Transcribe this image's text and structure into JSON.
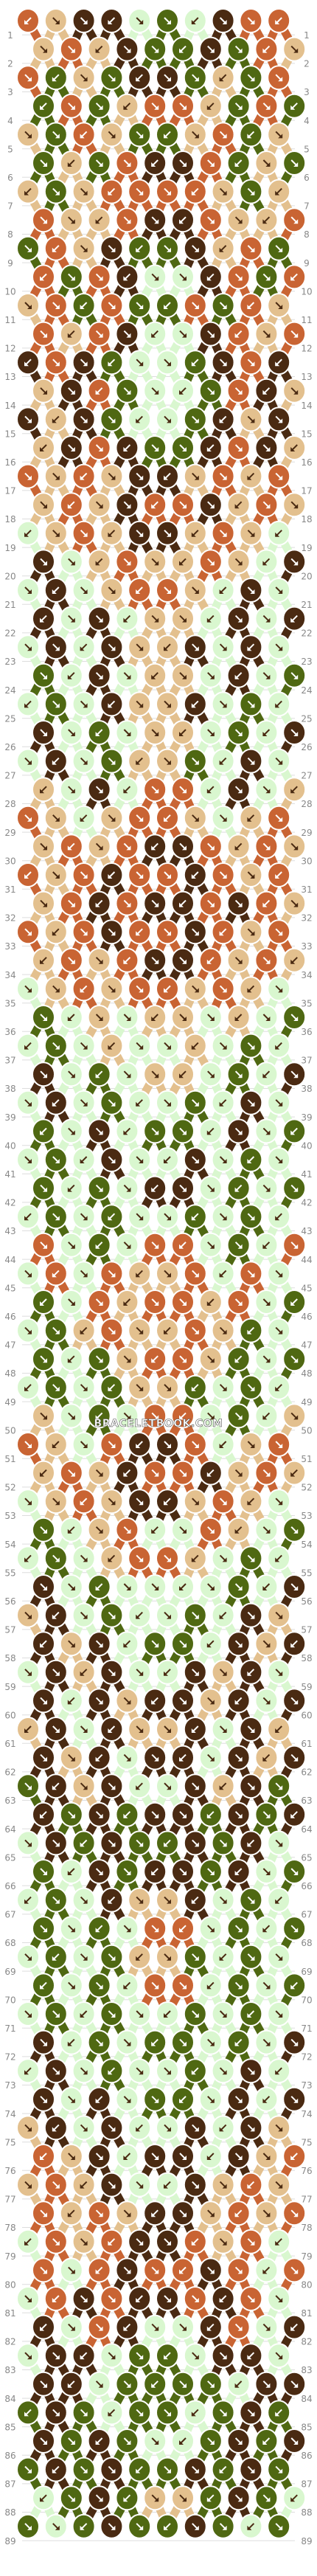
{
  "watermark": "BRACELETBOOK.COM",
  "row_count": 89,
  "string_count": 16,
  "colors": {
    "brown": "#4a2a12",
    "rust": "#c96433",
    "tan": "#e3c08e",
    "olive": "#4f6812",
    "mint": "#d9f7cf",
    "line": "#dddddd",
    "number": "#888888"
  },
  "string_colors": [
    "tan",
    "rust",
    "olive",
    "brown",
    "mint",
    "olive",
    "brown",
    "olive",
    "olive",
    "brown",
    "olive",
    "mint",
    "brown",
    "olive",
    "rust",
    "tan"
  ],
  "knots": [
    [
      "rust",
      "tan",
      "brown",
      "brown",
      "mint",
      "olive",
      "mint",
      "brown",
      "rust",
      "rust"
    ],
    [
      "tan",
      "rust",
      "tan",
      "brown",
      "olive",
      "olive",
      "brown",
      "olive",
      "rust",
      "tan"
    ],
    [
      "rust",
      "olive",
      "tan",
      "olive",
      "brown",
      "brown",
      "olive",
      "tan",
      "olive",
      "rust"
    ],
    [
      "olive",
      "rust",
      "olive",
      "tan",
      "rust",
      "rust",
      "tan",
      "olive",
      "rust",
      "olive"
    ],
    [
      "tan",
      "olive",
      "rust",
      "tan",
      "olive",
      "olive",
      "tan",
      "rust",
      "olive",
      "tan"
    ],
    [
      "olive",
      "tan",
      "olive",
      "rust",
      "brown",
      "brown",
      "rust",
      "olive",
      "tan",
      "olive"
    ],
    [
      "tan",
      "olive",
      "tan",
      "rust",
      "rust",
      "rust",
      "rust",
      "tan",
      "olive",
      "tan"
    ],
    [
      "rust",
      "tan",
      "tan",
      "rust",
      "brown",
      "brown",
      "rust",
      "tan",
      "tan",
      "rust"
    ],
    [
      "olive",
      "rust",
      "tan",
      "brown",
      "olive",
      "olive",
      "brown",
      "tan",
      "rust",
      "olive"
    ],
    [
      "rust",
      "olive",
      "rust",
      "brown",
      "mint",
      "mint",
      "brown",
      "rust",
      "olive",
      "rust"
    ],
    [
      "tan",
      "rust",
      "olive",
      "rust",
      "olive",
      "olive",
      "rust",
      "olive",
      "rust",
      "tan"
    ],
    [
      "rust",
      "tan",
      "rust",
      "brown",
      "mint",
      "mint",
      "brown",
      "rust",
      "tan",
      "rust"
    ],
    [
      "brown",
      "rust",
      "brown",
      "olive",
      "mint",
      "mint",
      "olive",
      "brown",
      "rust",
      "brown"
    ],
    [
      "tan",
      "brown",
      "rust",
      "olive",
      "mint",
      "mint",
      "olive",
      "rust",
      "brown",
      "tan"
    ],
    [
      "brown",
      "tan",
      "brown",
      "olive",
      "mint",
      "mint",
      "olive",
      "brown",
      "tan",
      "brown"
    ],
    [
      "tan",
      "brown",
      "rust",
      "brown",
      "olive",
      "olive",
      "brown",
      "rust",
      "brown",
      "tan"
    ],
    [
      "rust",
      "tan",
      "rust",
      "tan",
      "brown",
      "brown",
      "tan",
      "rust",
      "tan",
      "rust"
    ],
    [
      "tan",
      "rust",
      "tan",
      "brown",
      "rust",
      "rust",
      "brown",
      "tan",
      "rust",
      "tan"
    ],
    [
      "mint",
      "tan",
      "rust",
      "tan",
      "brown",
      "brown",
      "tan",
      "rust",
      "tan",
      "mint"
    ],
    [
      "brown",
      "mint",
      "tan",
      "rust",
      "tan",
      "tan",
      "rust",
      "tan",
      "mint",
      "brown"
    ],
    [
      "mint",
      "brown",
      "mint",
      "tan",
      "rust",
      "rust",
      "tan",
      "mint",
      "brown",
      "mint"
    ],
    [
      "brown",
      "mint",
      "brown",
      "mint",
      "tan",
      "tan",
      "mint",
      "brown",
      "mint",
      "brown"
    ],
    [
      "mint",
      "brown",
      "mint",
      "brown",
      "tan",
      "tan",
      "brown",
      "mint",
      "brown",
      "mint"
    ],
    [
      "olive",
      "mint",
      "brown",
      "mint",
      "tan",
      "tan",
      "mint",
      "brown",
      "mint",
      "olive"
    ],
    [
      "mint",
      "olive",
      "mint",
      "brown",
      "tan",
      "tan",
      "brown",
      "mint",
      "olive",
      "mint"
    ],
    [
      "brown",
      "mint",
      "olive",
      "mint",
      "tan",
      "tan",
      "mint",
      "olive",
      "mint",
      "brown"
    ],
    [
      "mint",
      "brown",
      "mint",
      "olive",
      "tan",
      "tan",
      "olive",
      "mint",
      "brown",
      "mint"
    ],
    [
      "tan",
      "mint",
      "brown",
      "mint",
      "rust",
      "rust",
      "mint",
      "brown",
      "mint",
      "tan"
    ],
    [
      "rust",
      "tan",
      "mint",
      "tan",
      "rust",
      "rust",
      "tan",
      "mint",
      "tan",
      "rust"
    ],
    [
      "tan",
      "rust",
      "tan",
      "rust",
      "brown",
      "brown",
      "rust",
      "tan",
      "rust",
      "tan"
    ],
    [
      "rust",
      "tan",
      "rust",
      "brown",
      "rust",
      "rust",
      "brown",
      "rust",
      "tan",
      "rust"
    ],
    [
      "tan",
      "rust",
      "brown",
      "rust",
      "brown",
      "brown",
      "rust",
      "brown",
      "rust",
      "tan"
    ],
    [
      "rust",
      "tan",
      "rust",
      "brown",
      "rust",
      "rust",
      "brown",
      "rust",
      "tan",
      "rust"
    ],
    [
      "tan",
      "rust",
      "tan",
      "rust",
      "brown",
      "brown",
      "rust",
      "tan",
      "rust",
      "tan"
    ],
    [
      "mint",
      "tan",
      "rust",
      "tan",
      "rust",
      "rust",
      "tan",
      "rust",
      "tan",
      "mint"
    ],
    [
      "olive",
      "mint",
      "tan",
      "mint",
      "tan",
      "tan",
      "mint",
      "tan",
      "mint",
      "olive"
    ],
    [
      "mint",
      "olive",
      "mint",
      "tan",
      "mint",
      "mint",
      "tan",
      "mint",
      "olive",
      "mint"
    ],
    [
      "brown",
      "mint",
      "olive",
      "mint",
      "tan",
      "tan",
      "mint",
      "olive",
      "mint",
      "brown"
    ],
    [
      "mint",
      "brown",
      "mint",
      "olive",
      "mint",
      "mint",
      "olive",
      "mint",
      "brown",
      "mint"
    ],
    [
      "olive",
      "mint",
      "brown",
      "mint",
      "olive",
      "olive",
      "mint",
      "brown",
      "mint",
      "olive"
    ],
    [
      "mint",
      "olive",
      "mint",
      "brown",
      "mint",
      "mint",
      "brown",
      "mint",
      "olive",
      "mint"
    ],
    [
      "olive",
      "mint",
      "olive",
      "mint",
      "brown",
      "brown",
      "mint",
      "olive",
      "mint",
      "olive"
    ],
    [
      "mint",
      "olive",
      "mint",
      "olive",
      "mint",
      "mint",
      "olive",
      "mint",
      "olive",
      "mint"
    ],
    [
      "rust",
      "mint",
      "olive",
      "mint",
      "rust",
      "rust",
      "mint",
      "olive",
      "mint",
      "rust"
    ],
    [
      "mint",
      "rust",
      "mint",
      "rust",
      "tan",
      "tan",
      "rust",
      "mint",
      "rust",
      "mint"
    ],
    [
      "olive",
      "mint",
      "rust",
      "tan",
      "rust",
      "rust",
      "tan",
      "rust",
      "mint",
      "olive"
    ],
    [
      "mint",
      "olive",
      "tan",
      "rust",
      "tan",
      "tan",
      "rust",
      "tan",
      "olive",
      "mint"
    ],
    [
      "olive",
      "mint",
      "olive",
      "tan",
      "rust",
      "rust",
      "tan",
      "olive",
      "mint",
      "olive"
    ],
    [
      "mint",
      "olive",
      "mint",
      "olive",
      "tan",
      "tan",
      "olive",
      "mint",
      "olive",
      "mint"
    ],
    [
      "tan",
      "mint",
      "olive",
      "mint",
      "rust",
      "rust",
      "mint",
      "olive",
      "mint",
      "tan"
    ],
    [
      "rust",
      "tan",
      "mint",
      "rust",
      "brown",
      "brown",
      "rust",
      "mint",
      "tan",
      "rust"
    ],
    [
      "tan",
      "rust",
      "tan",
      "brown",
      "rust",
      "rust",
      "brown",
      "tan",
      "rust",
      "tan"
    ],
    [
      "mint",
      "tan",
      "rust",
      "tan",
      "brown",
      "brown",
      "tan",
      "rust",
      "tan",
      "mint"
    ],
    [
      "olive",
      "mint",
      "tan",
      "rust",
      "mint",
      "mint",
      "rust",
      "tan",
      "mint",
      "olive"
    ],
    [
      "mint",
      "olive",
      "mint",
      "tan",
      "rust",
      "rust",
      "tan",
      "mint",
      "olive",
      "mint"
    ],
    [
      "brown",
      "mint",
      "olive",
      "mint",
      "mint",
      "mint",
      "mint",
      "olive",
      "mint",
      "brown"
    ],
    [
      "tan",
      "brown",
      "mint",
      "olive",
      "mint",
      "mint",
      "olive",
      "mint",
      "brown",
      "tan"
    ],
    [
      "brown",
      "tan",
      "brown",
      "mint",
      "olive",
      "olive",
      "mint",
      "brown",
      "tan",
      "brown"
    ],
    [
      "mint",
      "brown",
      "tan",
      "brown",
      "mint",
      "mint",
      "brown",
      "tan",
      "brown",
      "mint"
    ],
    [
      "brown",
      "mint",
      "brown",
      "tan",
      "brown",
      "brown",
      "tan",
      "brown",
      "mint",
      "brown"
    ],
    [
      "tan",
      "brown",
      "mint",
      "brown",
      "tan",
      "tan",
      "brown",
      "mint",
      "brown",
      "tan"
    ],
    [
      "brown",
      "tan",
      "brown",
      "mint",
      "brown",
      "brown",
      "mint",
      "brown",
      "tan",
      "brown"
    ],
    [
      "olive",
      "brown",
      "tan",
      "brown",
      "mint",
      "mint",
      "brown",
      "tan",
      "brown",
      "olive"
    ],
    [
      "brown",
      "olive",
      "brown",
      "olive",
      "brown",
      "brown",
      "olive",
      "brown",
      "olive",
      "brown"
    ],
    [
      "mint",
      "brown",
      "olive",
      "brown",
      "olive",
      "olive",
      "brown",
      "olive",
      "brown",
      "mint"
    ],
    [
      "olive",
      "mint",
      "brown",
      "olive",
      "brown",
      "brown",
      "olive",
      "brown",
      "mint",
      "olive"
    ],
    [
      "mint",
      "olive",
      "mint",
      "brown",
      "tan",
      "tan",
      "brown",
      "mint",
      "olive",
      "mint"
    ],
    [
      "olive",
      "mint",
      "olive",
      "mint",
      "rust",
      "rust",
      "mint",
      "olive",
      "mint",
      "olive"
    ],
    [
      "mint",
      "olive",
      "mint",
      "olive",
      "tan",
      "tan",
      "olive",
      "mint",
      "olive",
      "mint"
    ],
    [
      "olive",
      "mint",
      "olive",
      "mint",
      "rust",
      "rust",
      "mint",
      "olive",
      "mint",
      "olive"
    ],
    [
      "mint",
      "olive",
      "mint",
      "olive",
      "mint",
      "mint",
      "olive",
      "mint",
      "olive",
      "mint"
    ],
    [
      "brown",
      "mint",
      "olive",
      "mint",
      "olive",
      "olive",
      "mint",
      "olive",
      "mint",
      "brown"
    ],
    [
      "mint",
      "brown",
      "mint",
      "olive",
      "mint",
      "mint",
      "olive",
      "mint",
      "brown",
      "mint"
    ],
    [
      "brown",
      "mint",
      "brown",
      "mint",
      "olive",
      "olive",
      "mint",
      "brown",
      "mint",
      "brown"
    ],
    [
      "tan",
      "brown",
      "mint",
      "brown",
      "mint",
      "mint",
      "brown",
      "mint",
      "brown",
      "tan"
    ],
    [
      "rust",
      "tan",
      "brown",
      "mint",
      "brown",
      "brown",
      "mint",
      "brown",
      "tan",
      "rust"
    ],
    [
      "tan",
      "rust",
      "tan",
      "brown",
      "mint",
      "mint",
      "brown",
      "tan",
      "rust",
      "tan"
    ],
    [
      "rust",
      "tan",
      "rust",
      "tan",
      "brown",
      "brown",
      "tan",
      "rust",
      "tan",
      "rust"
    ],
    [
      "mint",
      "rust",
      "tan",
      "rust",
      "brown",
      "brown",
      "rust",
      "tan",
      "rust",
      "mint"
    ],
    [
      "rust",
      "mint",
      "rust",
      "brown",
      "rust",
      "rust",
      "brown",
      "rust",
      "mint",
      "rust"
    ],
    [
      "mint",
      "rust",
      "brown",
      "rust",
      "brown",
      "brown",
      "rust",
      "brown",
      "rust",
      "mint"
    ],
    [
      "brown",
      "mint",
      "rust",
      "brown",
      "mint",
      "mint",
      "brown",
      "rust",
      "mint",
      "brown"
    ],
    [
      "mint",
      "brown",
      "brown",
      "mint",
      "olive",
      "olive",
      "mint",
      "brown",
      "brown",
      "mint"
    ],
    [
      "brown",
      "brown",
      "mint",
      "olive",
      "olive",
      "olive",
      "olive",
      "mint",
      "brown",
      "brown"
    ],
    [
      "olive",
      "brown",
      "olive",
      "mint",
      "olive",
      "olive",
      "mint",
      "olive",
      "brown",
      "olive"
    ],
    [
      "brown",
      "olive",
      "brown",
      "olive",
      "mint",
      "mint",
      "olive",
      "brown",
      "olive",
      "brown"
    ],
    [
      "olive",
      "brown",
      "olive",
      "brown",
      "olive",
      "olive",
      "brown",
      "olive",
      "brown",
      "olive"
    ],
    [
      "mint",
      "olive",
      "brown",
      "olive",
      "tan",
      "tan",
      "olive",
      "brown",
      "olive",
      "mint"
    ],
    [
      "olive",
      "mint",
      "olive",
      "brown",
      "olive",
      "olive",
      "brown",
      "olive",
      "mint",
      "olive"
    ]
  ]
}
